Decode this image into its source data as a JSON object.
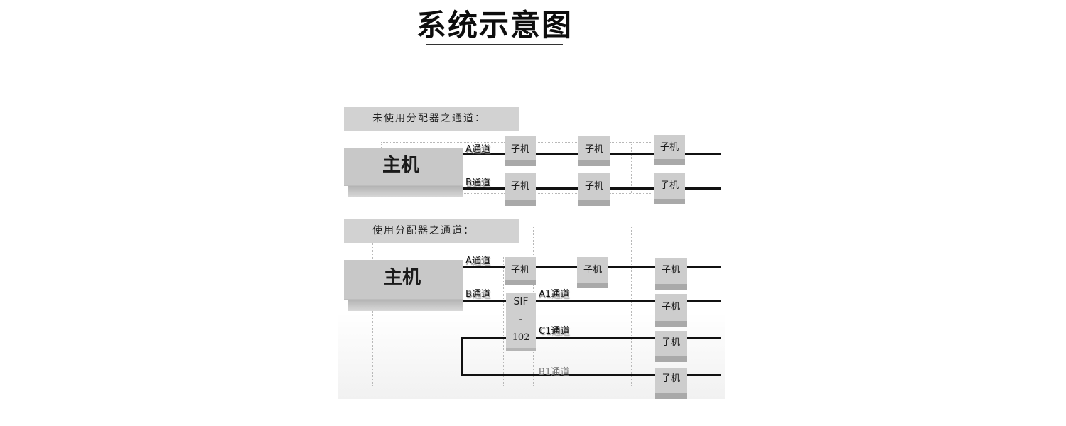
{
  "title": "系统示意图",
  "sections": [
    {
      "label": "未使用分配器之通道：",
      "host_label": "主机",
      "channels": [
        "A通道",
        "B通道"
      ],
      "units": [
        "子机",
        "子机",
        "子机",
        "子机",
        "子机",
        "子机"
      ]
    },
    {
      "label": "使用分配器之通道：",
      "host_label": "主机",
      "channels": [
        "A通道",
        "B通道",
        "A1通道",
        "C1通道",
        "B1通道"
      ],
      "units": [
        "子机",
        "子机",
        "子机",
        "子机",
        "子机",
        "子机"
      ],
      "splitter": {
        "line1": "SIF",
        "line2": "-",
        "line3": "102"
      }
    }
  ]
}
